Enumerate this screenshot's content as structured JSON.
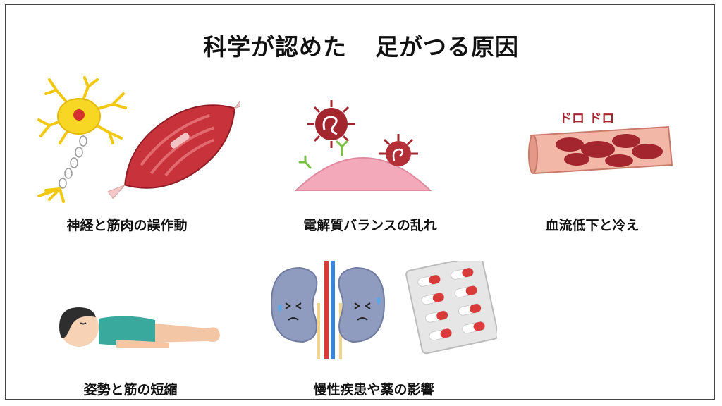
{
  "title": {
    "part1": "科学が認めた",
    "part2": "足がつる原因"
  },
  "causes": [
    {
      "label": "神経と筋肉の誤作動",
      "icon": "nerve-and-muscle-illustration"
    },
    {
      "label": "電解質バランスの乱れ",
      "icon": "electrolyte-imbalance-illustration"
    },
    {
      "label": "血流低下と冷え",
      "icon": "blood-vessel-illustration",
      "caption": "ドロ ドロ"
    },
    {
      "label": "姿勢と筋の短縮",
      "icon": "lying-person-illustration"
    },
    {
      "label": "慢性疾患や薬の影響",
      "icon": "kidneys-and-pills-illustration"
    }
  ],
  "colors": {
    "muscle": "#c8323a",
    "neuron": "#f5d31e",
    "virus": "#a3262f",
    "cell": "#f4a9bb",
    "kidney": "#8f9bbf",
    "shirt": "#3aa99d"
  }
}
